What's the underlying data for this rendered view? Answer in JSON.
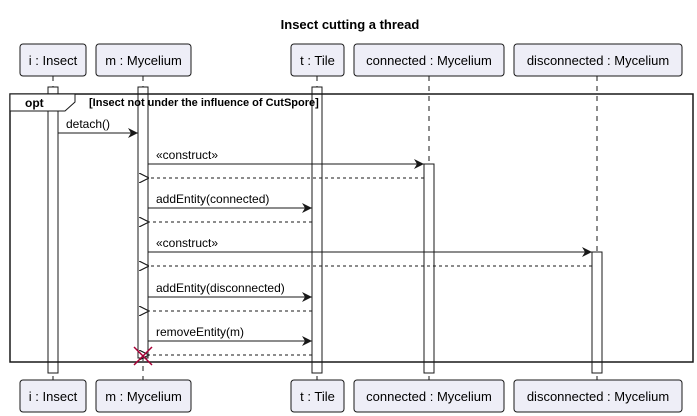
{
  "diagram": {
    "title": "Insect cutting a thread",
    "participants": [
      {
        "id": "insect",
        "label": "i : Insect"
      },
      {
        "id": "mycelium",
        "label": "m : Mycelium"
      },
      {
        "id": "tile",
        "label": "t : Tile"
      },
      {
        "id": "connected",
        "label": "connected : Mycelium"
      },
      {
        "id": "disconnected",
        "label": "disconnected : Mycelium"
      }
    ],
    "fragment": {
      "operator": "opt",
      "guard": "[Insect not under the influence of CutSpore]"
    },
    "messages": [
      {
        "from": "insect",
        "to": "mycelium",
        "label": "detach()",
        "kind": "call"
      },
      {
        "from": "mycelium",
        "to": "connected",
        "label": "«construct»",
        "kind": "call"
      },
      {
        "from": "connected",
        "to": "mycelium",
        "label": "",
        "kind": "return"
      },
      {
        "from": "mycelium",
        "to": "tile",
        "label": "addEntity(connected)",
        "kind": "call"
      },
      {
        "from": "tile",
        "to": "mycelium",
        "label": "",
        "kind": "return"
      },
      {
        "from": "mycelium",
        "to": "disconnected",
        "label": "«construct»",
        "kind": "call"
      },
      {
        "from": "disconnected",
        "to": "mycelium",
        "label": "",
        "kind": "return"
      },
      {
        "from": "mycelium",
        "to": "tile",
        "label": "addEntity(disconnected)",
        "kind": "call"
      },
      {
        "from": "tile",
        "to": "mycelium",
        "label": "",
        "kind": "return"
      },
      {
        "from": "mycelium",
        "to": "tile",
        "label": "removeEntity(m)",
        "kind": "call"
      },
      {
        "from": "tile",
        "to": "mycelium",
        "label": "",
        "kind": "return"
      }
    ],
    "destroyed": "mycelium",
    "colors": {
      "participant_fill": "#eeeef7",
      "participant_stroke": "#181818",
      "line": "#181818",
      "lifeline": "#181818",
      "destroy_mark": "#a80036"
    }
  }
}
